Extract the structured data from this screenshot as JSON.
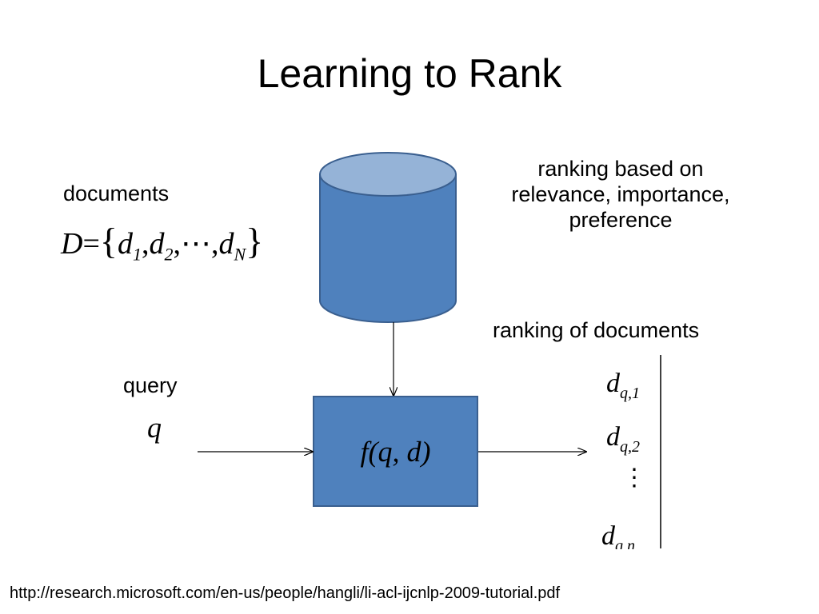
{
  "title": "Learning to Rank",
  "documents": {
    "label": "documents",
    "formula": {
      "symbol": "D",
      "eq": "=",
      "open": "{",
      "items": [
        "d",
        "d",
        "d"
      ],
      "subs": [
        "1",
        "2",
        "N"
      ],
      "sep": ",",
      "ellipsis": "⋯",
      "close": "}"
    }
  },
  "right_note": {
    "lines": [
      "ranking based on",
      "relevance, importance,",
      "preference"
    ]
  },
  "query": {
    "label": "query",
    "variable": "q"
  },
  "model": {
    "label": "f(q, d)",
    "fname": "f",
    "args": "(q, d)"
  },
  "ranking": {
    "label": "ranking of documents",
    "items": [
      {
        "base": "d",
        "sub": "q,1"
      },
      {
        "base": "d",
        "sub": "q,2"
      }
    ],
    "dots": "⋮",
    "last": {
      "base": "d",
      "sub": "q,n"
    }
  },
  "footer_url": "http://research.microsoft.com/en-us/people/hangli/li-acl-ijcnlp-2009-tutorial.pdf",
  "colors": {
    "box_fill": "#4f81bd",
    "box_stroke": "#3a5f8f",
    "cylinder_top": "#95b3d7",
    "line": "#000000"
  }
}
